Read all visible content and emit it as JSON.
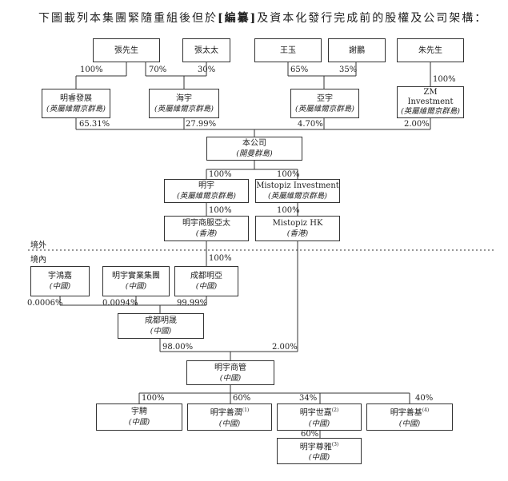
{
  "title_pre": "下圖載列本集團緊隨重組後但於",
  "title_bold": "[編纂]",
  "title_post": "及資本化發行完成前的股權及公司架構：",
  "zones": {
    "outside": "境外",
    "inside": "境內"
  },
  "shareholders": {
    "zhang_mr": "張先生",
    "zhang_mrs": "張太太",
    "wang_yu": "王玉",
    "xie_peng": "謝鵬",
    "zhu_mr": "朱先生"
  },
  "bvi_holders": {
    "mingrui": {
      "name": "明睿發展",
      "jur": "(英屬維爾京群島)"
    },
    "haiyu": {
      "name": "海宇",
      "jur": "(英屬維爾京群島)"
    },
    "yayu": {
      "name": "亞宇",
      "jur": "(英屬維爾京群島)"
    },
    "zm": {
      "name1": "ZM",
      "name2": "Investment",
      "jur": "(英屬維爾京群島)"
    }
  },
  "company": {
    "name": "本公司",
    "jur": "(開曼群島)"
  },
  "mingyu_bvi": {
    "name": "明宇",
    "jur": "(英屬維爾京群島)"
  },
  "mistopiz_inv": {
    "name": "Mistopiz Investment",
    "jur": "(英屬維爾京群島)"
  },
  "mingyu_hk": {
    "name": "明宇商服亞太",
    "jur": "(香港)"
  },
  "mistopiz_hk": {
    "name": "Mistopiz HK",
    "jur": "(香港)"
  },
  "yuhongjia": {
    "name": "宇鴻嘉",
    "jur": "(中國)"
  },
  "mingyu_industrial": {
    "name": "明宇實業集團",
    "jur": "(中國)"
  },
  "chengdu_mingya": {
    "name": "成都明亞",
    "jur": "(中國)"
  },
  "chengdu_mingsheng": {
    "name": "成都明晟",
    "jur": "(中國)"
  },
  "mingyu_commercial": {
    "name": "明宇商管",
    "jur": "(中國)"
  },
  "yupin": {
    "name": "宇騁",
    "jur": "(中國)"
  },
  "mingyu_shanrun": {
    "name": "明宇善潤",
    "note": "(1)",
    "jur": "(中國)"
  },
  "mingyu_shijia": {
    "name": "明宇世嘉",
    "note": "(2)",
    "jur": "(中國)"
  },
  "mingyu_shanji": {
    "name": "明宇善基",
    "note": "(4)",
    "jur": "(中國)"
  },
  "mingyu_zunya": {
    "name": "明宇尊雅",
    "note": "(3)",
    "jur": "(中國)"
  },
  "pct": {
    "zhang_mingrui": "100%",
    "zhang_haiyu": "70%",
    "mrs_haiyu": "30%",
    "wang_yayu": "65%",
    "xie_yayu": "35%",
    "zhu_zm": "100%",
    "mingrui_co": "65.31%",
    "haiyu_co": "27.99%",
    "yayu_co": "4.70%",
    "zm_co": "2.00%",
    "co_mingyu": "100%",
    "co_mistopiz": "100%",
    "mingyu_hk": "100%",
    "mistopiz_hk": "100%",
    "hk_chengdu_mingya": "100%",
    "yuhongjia_ms": "0.0006%",
    "industrial_ms": "0.0094%",
    "mingya_ms": "99.99%",
    "ms_commercial": "98.00%",
    "mistopiz_commercial": "2.00%",
    "c_yupin": "100%",
    "c_shanrun": "60%",
    "c_shijia": "34%",
    "c_shanji": "40%",
    "shijia_zunya": "60%"
  }
}
